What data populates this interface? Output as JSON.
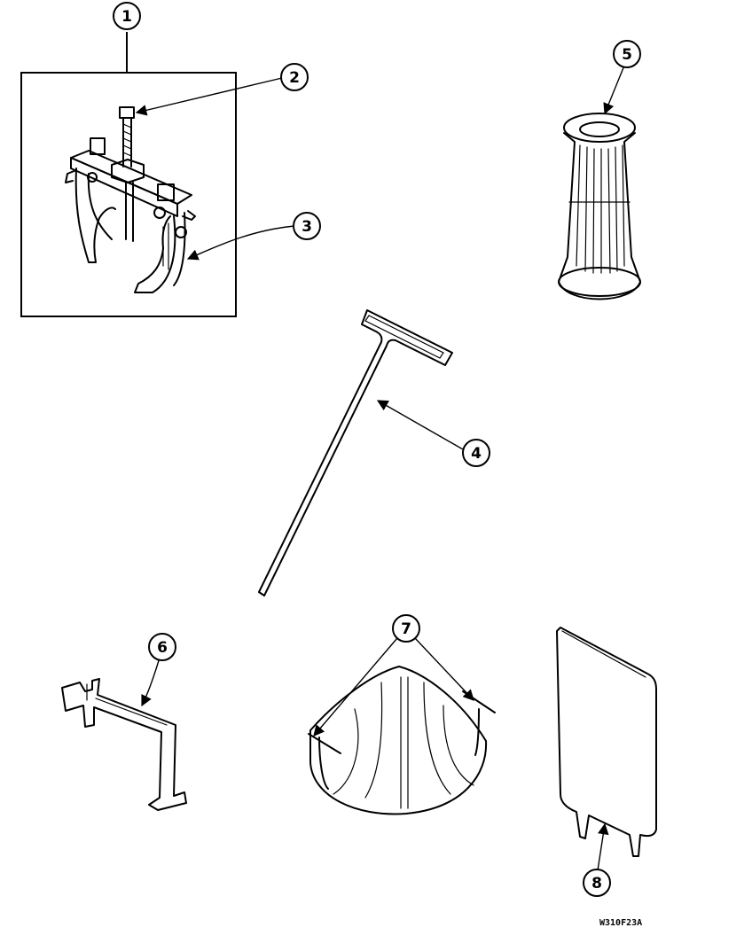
{
  "diagram": {
    "callouts": [
      {
        "id": "1",
        "label": "1"
      },
      {
        "id": "2",
        "label": "2"
      },
      {
        "id": "3",
        "label": "3"
      },
      {
        "id": "4",
        "label": "4"
      },
      {
        "id": "5",
        "label": "5"
      },
      {
        "id": "6",
        "label": "6"
      },
      {
        "id": "7",
        "label": "7"
      },
      {
        "id": "8",
        "label": "8"
      }
    ],
    "drawing_code": "W310F23A"
  }
}
